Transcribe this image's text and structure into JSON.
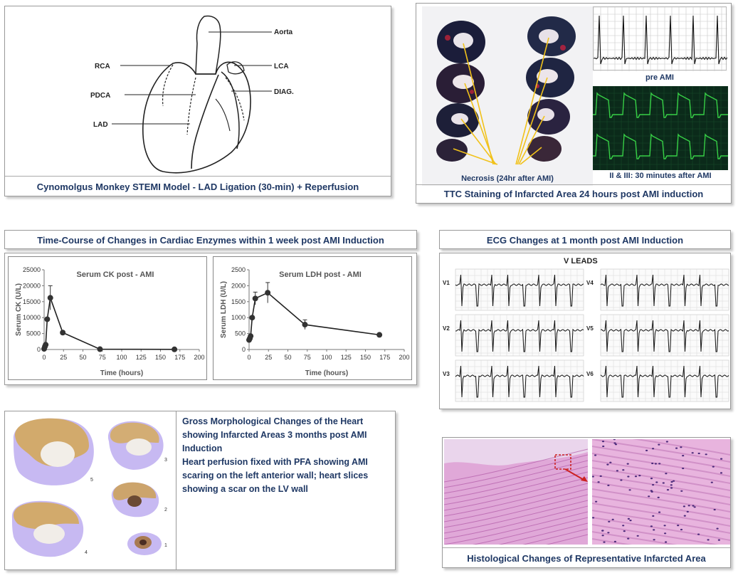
{
  "heart_diagram": {
    "caption": "Cynomolgus Monkey STEMI Model - LAD Ligation (30-min) + Reperfusion",
    "labels": {
      "aorta": "Aorta",
      "rca": "RCA",
      "lca": "LCA",
      "pdca": "PDCA",
      "diag": "DIAG.",
      "lad": "LAD"
    }
  },
  "ttc_panel": {
    "caption": "TTC Staining of Infarcted Area 24 hours post AMI induction",
    "necrosis_label": "Necrosis (24hr after AMI)",
    "pre_ami_label": "pre AMI",
    "post_ami_label": "II & III: 30 minutes after AMI"
  },
  "enzyme_panel": {
    "caption": "Time-Course of Changes in Cardiac Enzymes within  1 week post AMI Induction"
  },
  "chart_data": [
    {
      "type": "line",
      "title": "Serum CK post - AMI",
      "xlabel": "Time (hours)",
      "ylabel": "Serum CK (U/L)",
      "xlim": [
        0,
        200
      ],
      "ylim": [
        0,
        25000
      ],
      "xticks": [
        0,
        25,
        50,
        75,
        100,
        125,
        150,
        175,
        200
      ],
      "yticks": [
        0,
        5000,
        10000,
        15000,
        20000,
        25000
      ],
      "x": [
        0,
        1,
        2,
        4,
        8,
        24,
        72,
        168
      ],
      "y": [
        200,
        900,
        1500,
        9500,
        16200,
        5300,
        100,
        50
      ],
      "err": [
        0,
        0,
        0,
        0,
        3800,
        0,
        0,
        0
      ]
    },
    {
      "type": "line",
      "title": "Serum LDH post - AMI",
      "xlabel": "Time (hours)",
      "ylabel": "Serum LDH (U/L)",
      "xlim": [
        0,
        200
      ],
      "ylim": [
        0,
        2500
      ],
      "xticks": [
        0,
        25,
        50,
        75,
        100,
        125,
        150,
        175,
        200
      ],
      "yticks": [
        0,
        500,
        1000,
        1500,
        2000,
        2500
      ],
      "x": [
        0,
        1,
        2,
        4,
        8,
        24,
        72,
        168
      ],
      "y": [
        300,
        350,
        420,
        1000,
        1600,
        1780,
        780,
        460
      ],
      "err": [
        0,
        0,
        0,
        0,
        200,
        320,
        150,
        0
      ]
    }
  ],
  "ecg_panel": {
    "caption": "ECG Changes at 1 month post AMI Induction",
    "header": "V LEADS",
    "leads": [
      "V1",
      "V2",
      "V3",
      "V4",
      "V5",
      "V6"
    ]
  },
  "gross_panel": {
    "heading": [
      "Gross Morphological Changes of the Heart",
      "showing Infarcted Areas 3 months post AMI",
      "Induction"
    ],
    "body": [
      "Heart perfusion fixed with PFA showing AMI",
      "scaring on the left anterior wall; heart slices",
      "showing a scar on the LV wall"
    ],
    "slice_numbers": [
      "5",
      "3",
      "2",
      "4",
      "1"
    ]
  },
  "histo_panel": {
    "caption": "Histological Changes of Representative  Infarcted Area"
  },
  "colors": {
    "caption_text": "#1f3864",
    "ecg_trace": "#37d046",
    "ttc_arrow": "#f1c21b",
    "infarct": "#c7b9f2",
    "histo_tissue": "#d593c9",
    "histo_highlight": "#cc2222"
  }
}
